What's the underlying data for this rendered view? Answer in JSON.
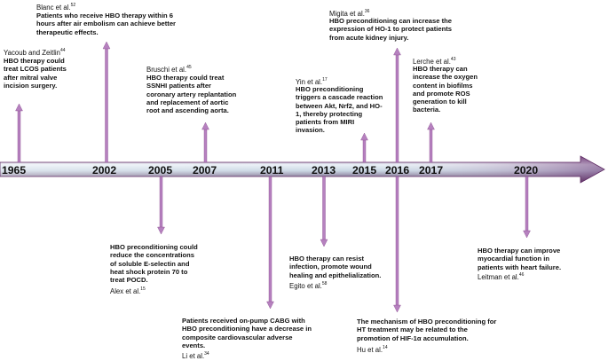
{
  "colors": {
    "axis_dark": "#5e2a63",
    "axis_light": "#e6eef5",
    "arrow": "#b681bf",
    "arrow_stroke": "#8a4e91"
  },
  "years": [
    "1965",
    "2002",
    "2005",
    "2007",
    "2011",
    "2013",
    "2015",
    "2016",
    "2017",
    "2020"
  ],
  "events": {
    "yacoub": {
      "author": "Yacoub and Zeitlin",
      "ref": "44",
      "lines": [
        "HBO therapy could",
        "treat LCOS patients",
        "after mitral valve",
        "incision surgery."
      ]
    },
    "blanc": {
      "author": "Blanc et al.",
      "ref": "52",
      "lines": [
        "Patients who receive HBO therapy within 6",
        "hours after air embolism can achieve better",
        "therapeutic effects."
      ]
    },
    "alex": {
      "author": "Alex et al.",
      "ref": "15",
      "lines": [
        "HBO preconditioning could",
        "reduce the concentrations",
        "of soluble E-selectin and",
        "heat shock protein 70 to",
        "treat POCD."
      ]
    },
    "bruschi": {
      "author": "Bruschi et al.",
      "ref": "45",
      "lines": [
        "HBO therapy could treat",
        "SSNHI patients after",
        "coronary artery replantation",
        "and replacement of aortic",
        "root and ascending aorta."
      ]
    },
    "li": {
      "author": "Li et al.",
      "ref": "34",
      "lines": [
        "Patients received on-pump CABG with",
        "HBO preconditioning have a decrease in",
        "composite cardiovascular adverse",
        "events."
      ]
    },
    "egito": {
      "author": "Egito et al.",
      "ref": "58",
      "lines": [
        "HBO therapy can resist",
        "infection, promote wound",
        "healing and epithelialization."
      ]
    },
    "yin": {
      "author": "Yin et al.",
      "ref": "17",
      "lines": [
        "HBO preconditioning",
        "triggers a cascade reaction",
        "between Akt, Nrf2, and HO-",
        "1, thereby protecting",
        "patients from MIRI",
        "invasion."
      ]
    },
    "migita": {
      "author": "Migita et al.",
      "ref": "36",
      "lines": [
        "HBO preconditioning can increase the",
        "expression of HO-1 to protect patients",
        "from acute kidney injury."
      ]
    },
    "hu": {
      "author": "Hu et al.",
      "ref": "14",
      "lines": [
        "The mechanism of HBO preconditioning for",
        "HT treatment may be related to the",
        "promotion of HIF-1α accumulation."
      ]
    },
    "lerche": {
      "author": "Lerche et al.",
      "ref": "43",
      "lines": [
        "HBO therapy can",
        "increase the oxygen",
        "content in biofilms",
        "and promote ROS",
        "generation to kill",
        "bacteria."
      ]
    },
    "leitman": {
      "author": "Leitman et al.",
      "ref": "46",
      "lines": [
        "HBO therapy can improve",
        "myocardial function in",
        "patients with heart failure."
      ]
    }
  }
}
